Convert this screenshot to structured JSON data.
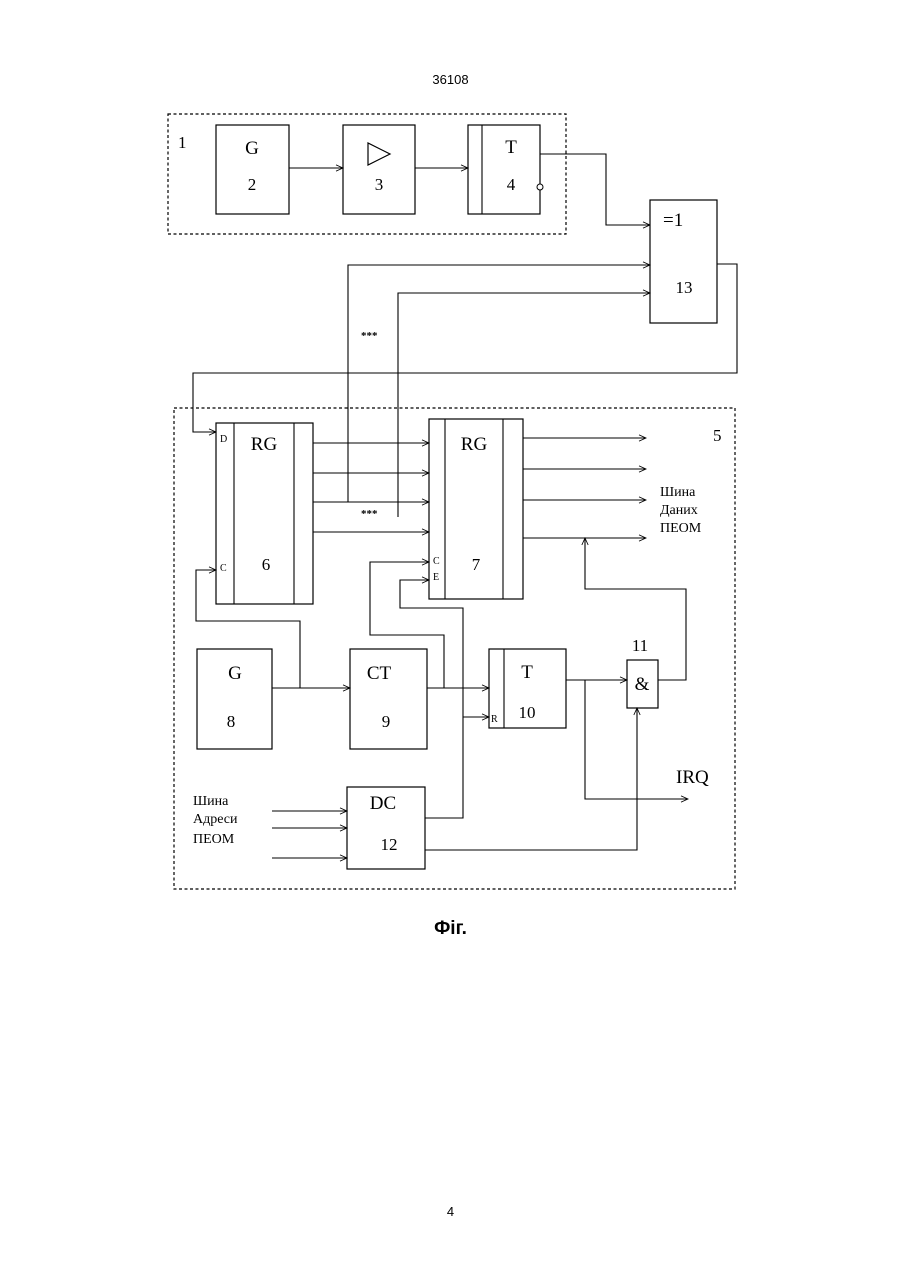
{
  "header": {
    "document_number": "36108"
  },
  "footer": {
    "page_number": "4",
    "figure_caption": "Фіг."
  },
  "diagram": {
    "groups": [
      {
        "id": "1",
        "label": "1"
      },
      {
        "id": "5",
        "label": "5"
      }
    ],
    "blocks": [
      {
        "id": "2",
        "symbol": "G",
        "number": "2"
      },
      {
        "id": "3",
        "symbol": "amplifier-triangle",
        "number": "3"
      },
      {
        "id": "4",
        "symbol": "T",
        "number": "4"
      },
      {
        "id": "13",
        "symbol": "=1",
        "number": "13"
      },
      {
        "id": "6",
        "symbol": "RG",
        "number": "6",
        "pins": [
          "D",
          "C"
        ]
      },
      {
        "id": "7",
        "symbol": "RG",
        "number": "7",
        "pins": [
          "C",
          "E"
        ]
      },
      {
        "id": "8",
        "symbol": "G",
        "number": "8"
      },
      {
        "id": "9",
        "symbol": "CT",
        "number": "9"
      },
      {
        "id": "10",
        "symbol": "T",
        "number": "10",
        "pins": [
          "R"
        ]
      },
      {
        "id": "11",
        "symbol": "&",
        "number": "11"
      },
      {
        "id": "12",
        "symbol": "DC",
        "number": "12"
      }
    ],
    "bus_marks": [
      "***",
      "***"
    ],
    "data_bus_label": [
      "Шина",
      "Даних",
      "ПЕОМ"
    ],
    "address_bus_label": [
      "Шина",
      "Адреси",
      "ПЕОМ"
    ],
    "irq_label": "IRQ"
  }
}
